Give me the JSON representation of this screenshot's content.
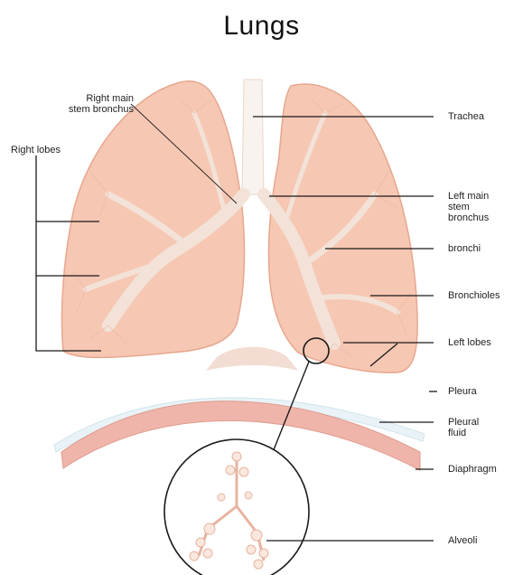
{
  "title": "Lungs",
  "labels": {
    "right_main_stem_bronchus": "Right main\nstem bronchus",
    "right_lobes": "Right lobes",
    "trachea": "Trachea",
    "left_main_stem_bronchus": "Left main\nstem\nbronchus",
    "bronchi": "bronchi",
    "bronchioles": "Bronchioles",
    "left_lobes": "Left lobes",
    "pleura": "Pleura",
    "pleural_fluid": "Pleural\nfluid",
    "diaphragm": "Diaphragm",
    "alveoli": "Alveoli"
  },
  "colors": {
    "lung_fill": "#f6c7b2",
    "lung_edge": "#e7a78f",
    "bronchi": "#f3e2d8",
    "diaphragm": "#f0b5aa",
    "leader": "#1a1a1a"
  }
}
